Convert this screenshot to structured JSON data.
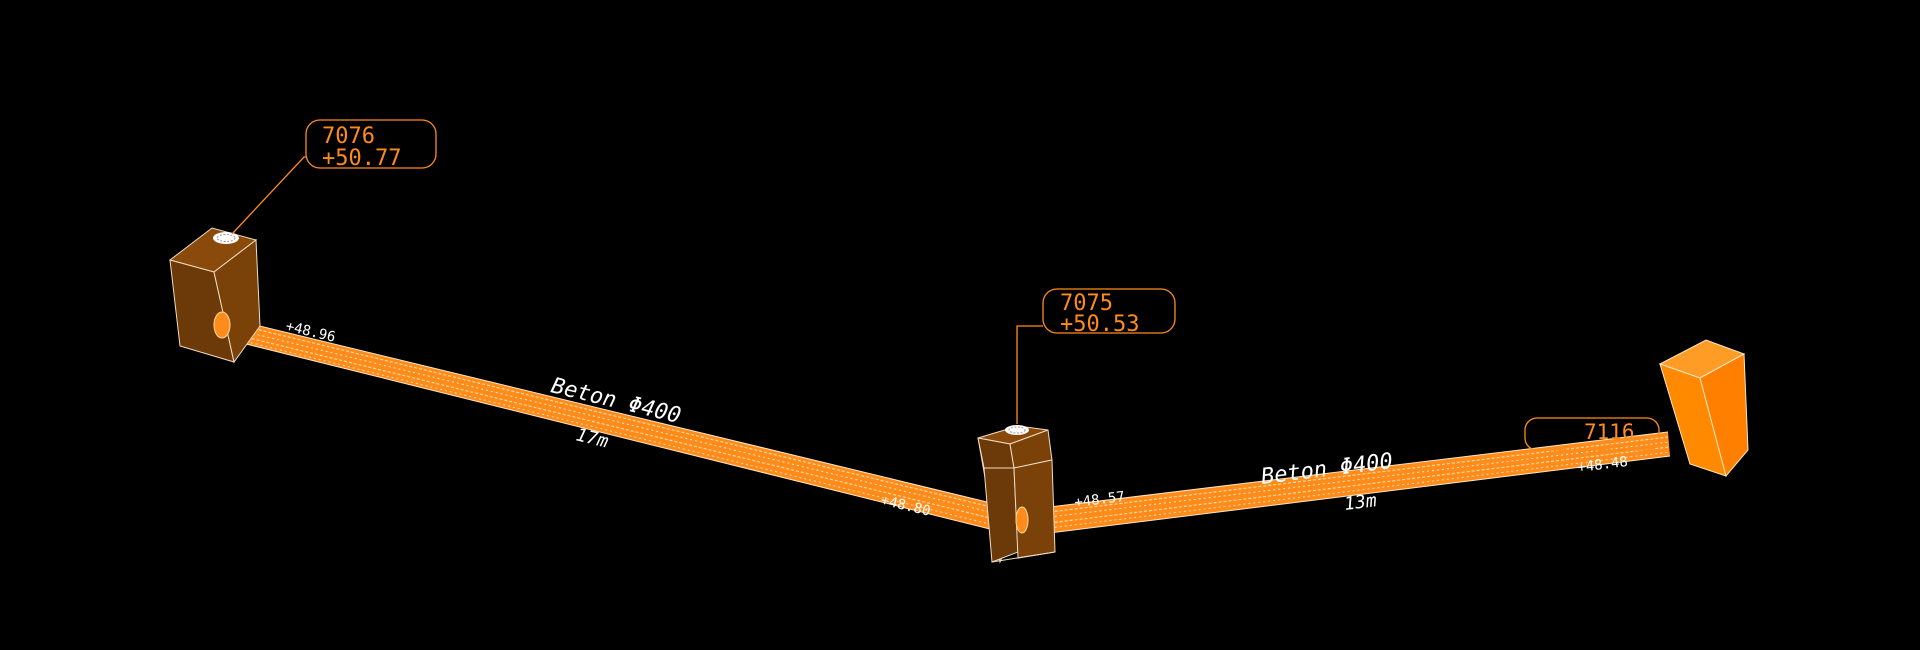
{
  "colors": {
    "background": "#000000",
    "pipe": "#ff8c1a",
    "pipe_highlight": "#ffd9a0",
    "manhole_dark": "#6b3a08",
    "manhole_bright": "#ff8a00",
    "outline": "#f2dcc0",
    "label": "#ff8c1a",
    "annotation": "#ffffff"
  },
  "manholes": [
    {
      "id": "7076",
      "elevation": "+50.77",
      "style": "dark"
    },
    {
      "id": "7075",
      "elevation": "+50.53",
      "style": "dark"
    },
    {
      "id": "7116",
      "elevation": "",
      "style": "bright"
    }
  ],
  "pipes": [
    {
      "label": "Beton Φ400",
      "length": "17m",
      "invert_start": "+48.96",
      "invert_end": "+48.80"
    },
    {
      "label": "Beton Φ400",
      "length": "13m",
      "invert_start": "+48.57",
      "invert_end": "+48.48"
    }
  ]
}
